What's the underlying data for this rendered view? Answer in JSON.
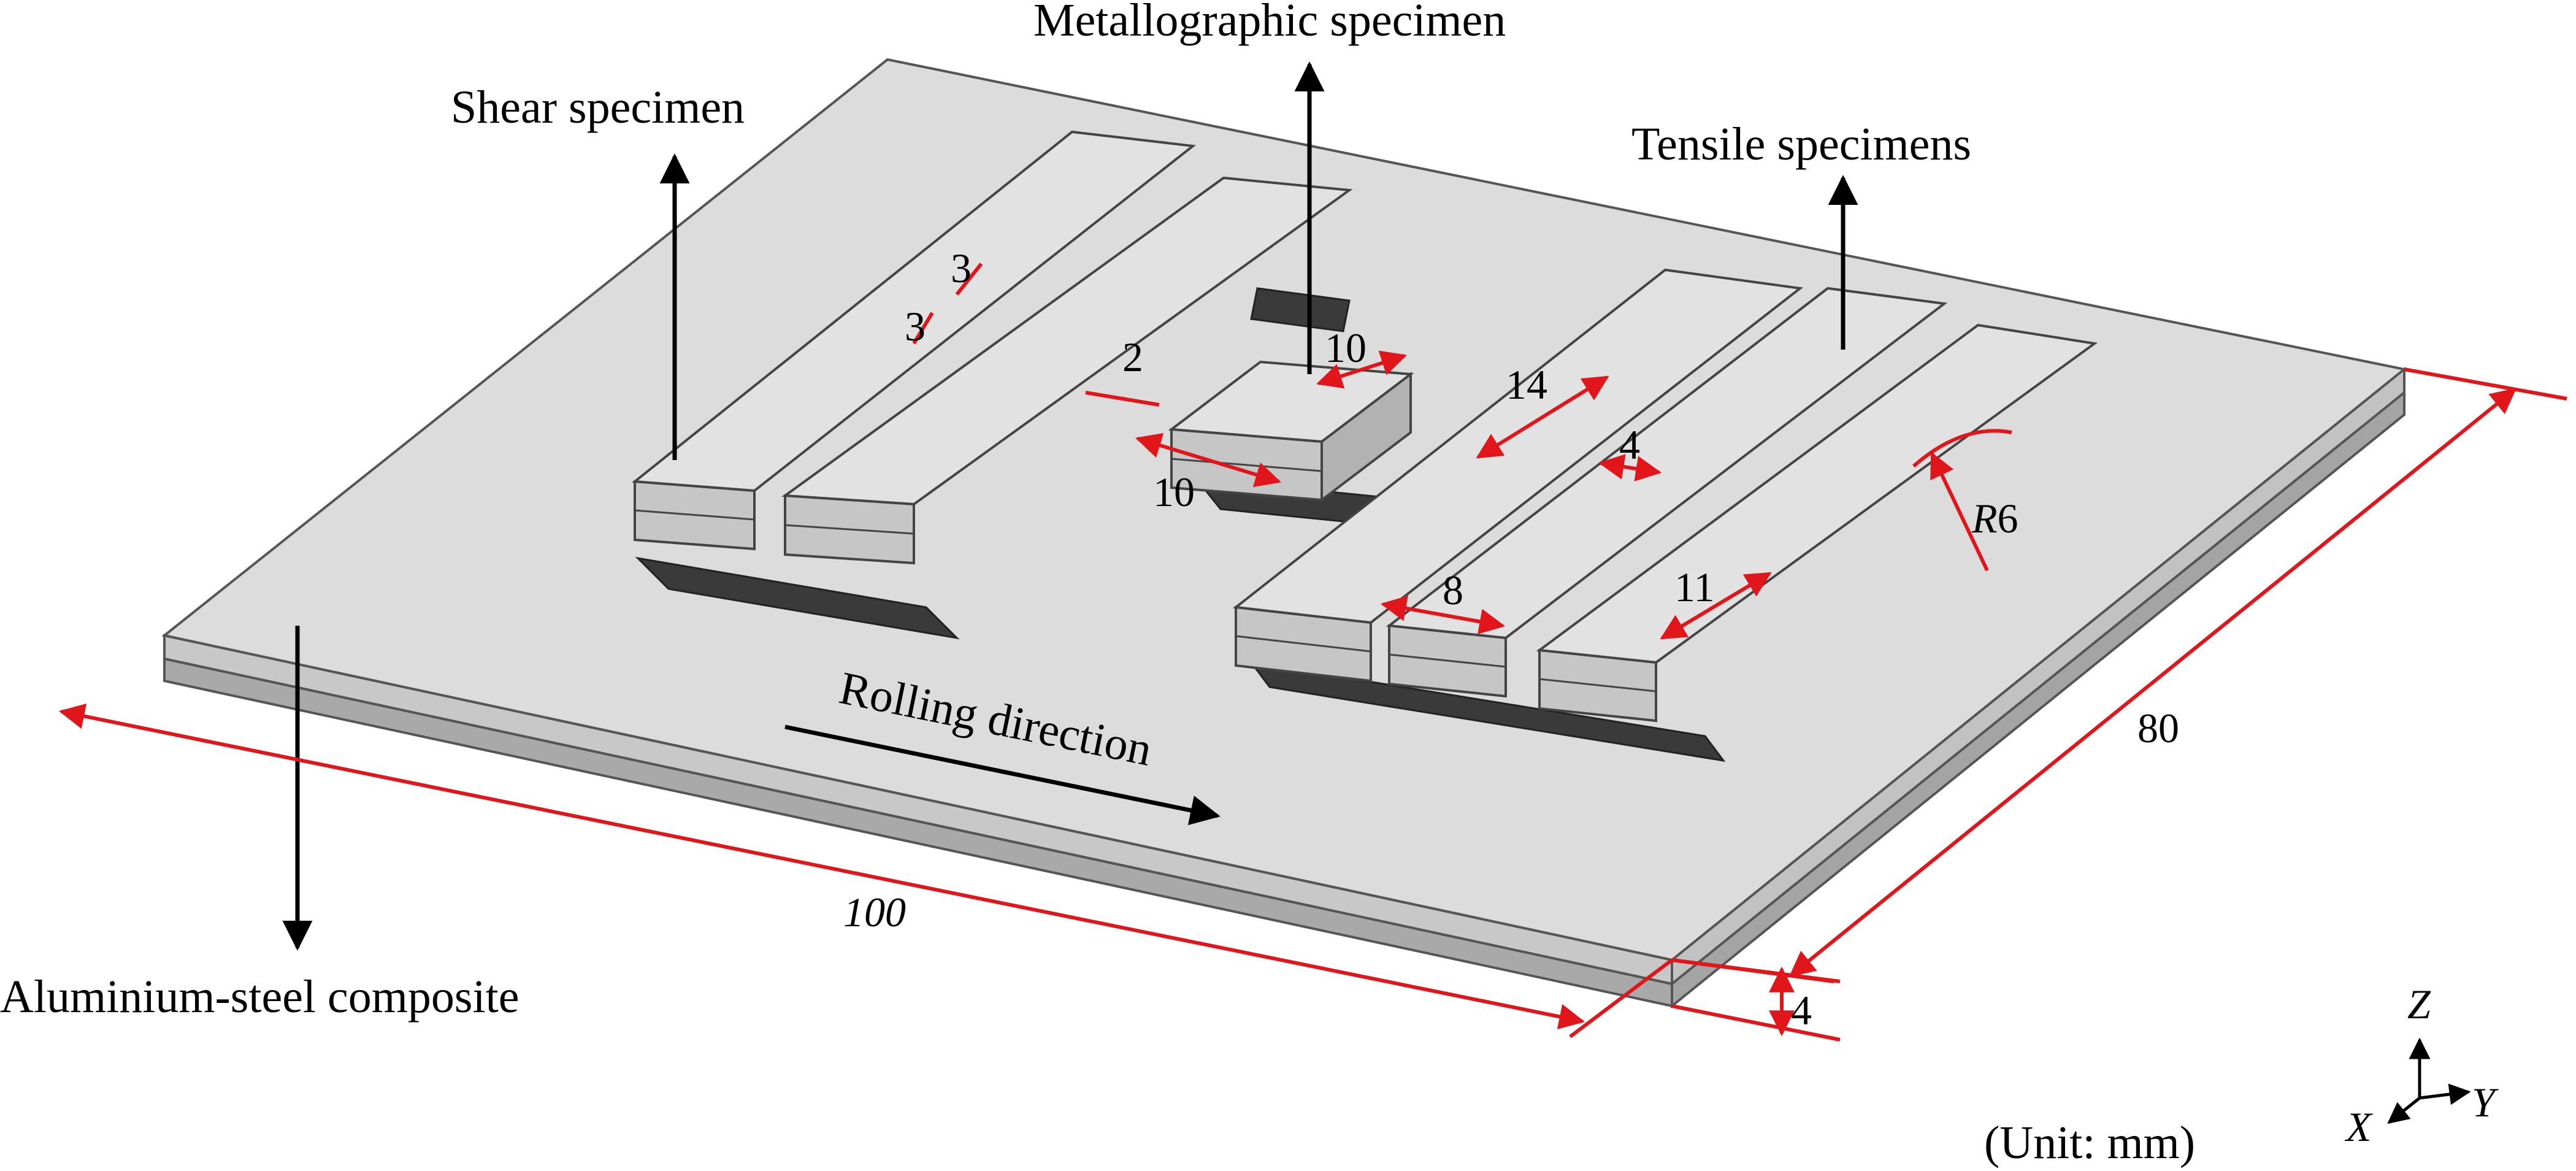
{
  "labels": {
    "metallographic": "Metallographic specimen",
    "shear": "Shear specimen",
    "tensile": "Tensile specimens",
    "composite": "Aluminium-steel composite",
    "rolling": "Rolling direction",
    "unit": "(Unit: mm)"
  },
  "dimensions": {
    "length": "100",
    "width": "80",
    "thickness": "4",
    "shear_a": "3",
    "shear_b": "3",
    "shear_c": "2",
    "metallo_a": "10",
    "metallo_b": "10",
    "tensile_gauge": "14",
    "tensile_width": "4",
    "tensile_grip": "8",
    "tensile_end": "11",
    "radius_prefix": "R",
    "radius_value": "6"
  },
  "axes": {
    "z": "Z",
    "y": "Y",
    "x": "X"
  },
  "colors": {
    "dimension": "#e0161b",
    "plate_top": "#dcdcdc",
    "plate_side": "#b9b9b9",
    "specimen": "#d9d9d9"
  }
}
